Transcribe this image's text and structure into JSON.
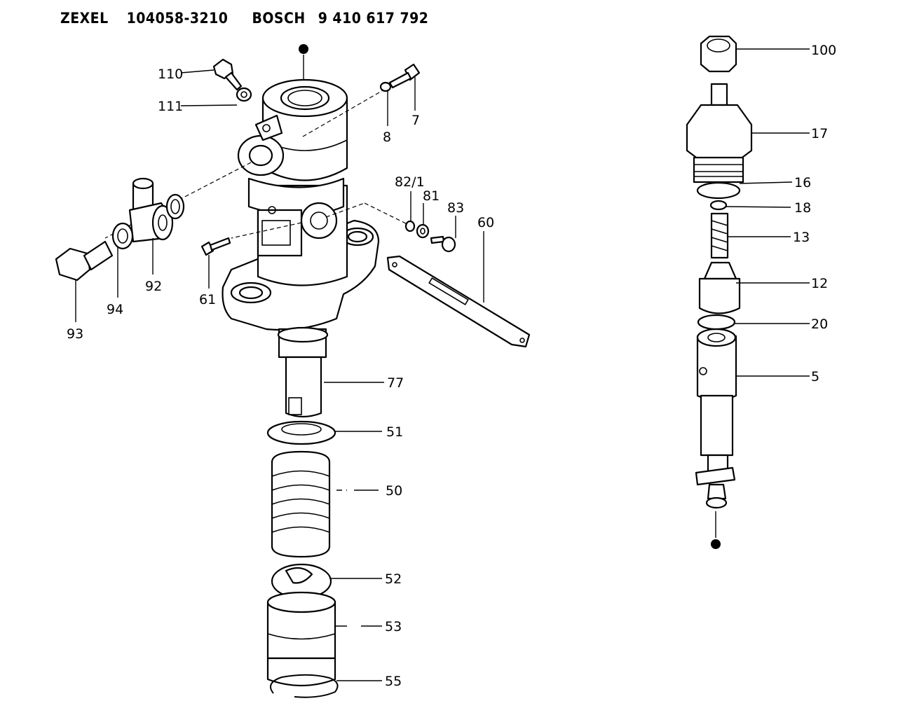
{
  "header": {
    "brand1": "ZEXEL",
    "code1": "104058-3210",
    "brand2": "BOSCH",
    "code2": "9 410 617 792"
  },
  "labels": {
    "p110": "110",
    "p111": "111",
    "p8": "8",
    "p7": "7",
    "p92": "92",
    "p94": "94",
    "p93": "93",
    "p61": "61",
    "p82_1": "82/1",
    "p81": "81",
    "p83": "83",
    "p60": "60",
    "p77": "77",
    "p51": "51",
    "p50": "50",
    "p52": "52",
    "p53": "53",
    "p55": "55",
    "p100": "100",
    "p17": "17",
    "p16": "16",
    "p18": "18",
    "p13": "13",
    "p12": "12",
    "p20": "20",
    "p5": "5"
  }
}
